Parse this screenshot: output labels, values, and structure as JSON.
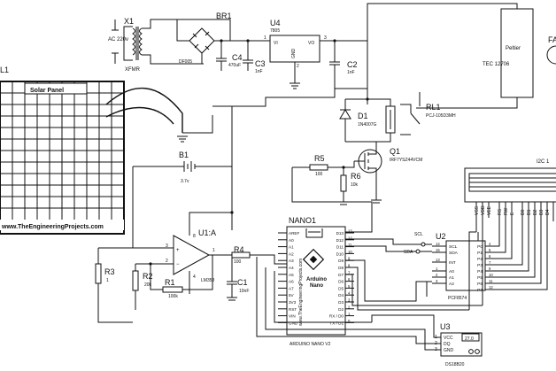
{
  "components": {
    "x1": {
      "ref": "X1",
      "voltage": "AC 220v",
      "part": "XFMR"
    },
    "br1": {
      "ref": "BR1",
      "part": "DF005"
    },
    "c4": {
      "ref": "C4",
      "value": "470uF"
    },
    "c3": {
      "ref": "C3",
      "value": "1nF"
    },
    "u4": {
      "ref": "U4",
      "part": "7805",
      "pin_vi": "VI",
      "pin_vo": "VO",
      "pin_gnd": "GND",
      "pin1": "1",
      "pin2": "2",
      "pin3": "3"
    },
    "c2": {
      "ref": "C2",
      "value": "1nF"
    },
    "peltier": {
      "label": "Peltier",
      "part": "TEC 12706"
    },
    "fan": {
      "ref_partial": "FA"
    },
    "rl1": {
      "ref": "RL1",
      "part": "PCJ-105D3MH"
    },
    "d1": {
      "ref": "D1",
      "part": "1N4007G"
    },
    "q1": {
      "ref": "Q1",
      "part": "IRF7YSZ44VCM"
    },
    "r5": {
      "ref": "R5",
      "value": "100"
    },
    "r6": {
      "ref": "R6",
      "value": "10k"
    },
    "lcd": {
      "ref_partial": "I2C 1",
      "pins": [
        "VSS",
        "VDD",
        "VEE",
        "RS",
        "RW",
        "E",
        "D0",
        "D1",
        "D2",
        "D3",
        "D4"
      ]
    },
    "solar": {
      "ref_partial": "L1",
      "title": "Solar Panel",
      "website": "www.TheEngineeringProjects.com"
    },
    "b1": {
      "ref": "B1",
      "value": "3.7v"
    },
    "u1a": {
      "ref": "U1:A",
      "part": "LM358",
      "pin8": "8",
      "pin4": "4",
      "pin3": "3",
      "pin2": "2",
      "pin1": "1"
    },
    "r3": {
      "ref": "R3",
      "value": "1"
    },
    "r2": {
      "ref": "R2",
      "value": "20k"
    },
    "r1": {
      "ref": "R1",
      "value": "100k"
    },
    "r4": {
      "ref": "R4",
      "value": "100"
    },
    "c1": {
      "ref": "C1",
      "value": "10nF"
    },
    "nano": {
      "ref": "NANO1",
      "name_line1": "Arduino",
      "name_line2": "Nano",
      "caption": "ARDUINO NANO V2",
      "vertical_text": "www.TheEngineeringProjects.com",
      "left_pins": [
        "AREF",
        "A0",
        "A1",
        "A2",
        "A3",
        "A4",
        "A5",
        "A6",
        "A7",
        "5V",
        "3V3",
        "RST",
        "VIN",
        "GND"
      ],
      "right_pins": [
        "D13",
        "D12",
        "D11",
        "D10",
        "D9",
        "D8",
        "D7",
        "D6",
        "D5",
        "D4",
        "D3",
        "D2",
        "RX / D0",
        "TX / D1"
      ],
      "right_nums": [
        "13",
        "12",
        "11",
        "10",
        "9",
        "8",
        "7",
        "6",
        "5",
        "4",
        "3",
        "2",
        "1",
        "0"
      ]
    },
    "u2": {
      "ref": "U2",
      "part": "PCF8574",
      "left_pins": [
        "SCL",
        "SDA",
        "INT",
        "A0",
        "A1",
        "A2"
      ],
      "left_nums": [
        "14",
        "15",
        "13",
        "1",
        "2",
        "3"
      ],
      "right_pins": [
        "P0",
        "P1",
        "P2",
        "P3",
        "P4",
        "P5",
        "P6",
        "P7"
      ],
      "right_nums": [
        "4",
        "5",
        "6",
        "7",
        "9",
        "10",
        "11",
        "12"
      ]
    },
    "bus": {
      "scl": "SCL",
      "sda": "SDA"
    },
    "u3": {
      "ref": "U3",
      "part": "DS18B20",
      "pin_vcc": "VCC",
      "pin_dq": "DQ",
      "pin_gnd": "GND",
      "reading": "27.0",
      "pin1": "1",
      "pin2": "2",
      "pin3": "3"
    }
  }
}
